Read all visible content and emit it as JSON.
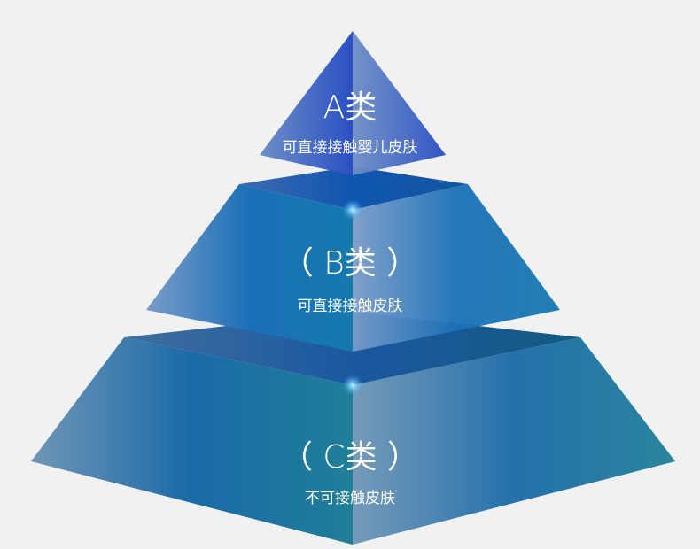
{
  "tiers": [
    {
      "title": "A类",
      "subtitle": "可直接接触婴儿皮肤"
    },
    {
      "title": "（ B类 ）",
      "subtitle": "可直接接触皮肤"
    },
    {
      "title": "（ C类 ）",
      "subtitle": "不可接触皮肤"
    }
  ],
  "colors": {
    "background": "#f1f1f1",
    "tier_a": "#3a5fc0",
    "tier_b": "#1f78b8",
    "tier_c": "#1e72a0"
  }
}
